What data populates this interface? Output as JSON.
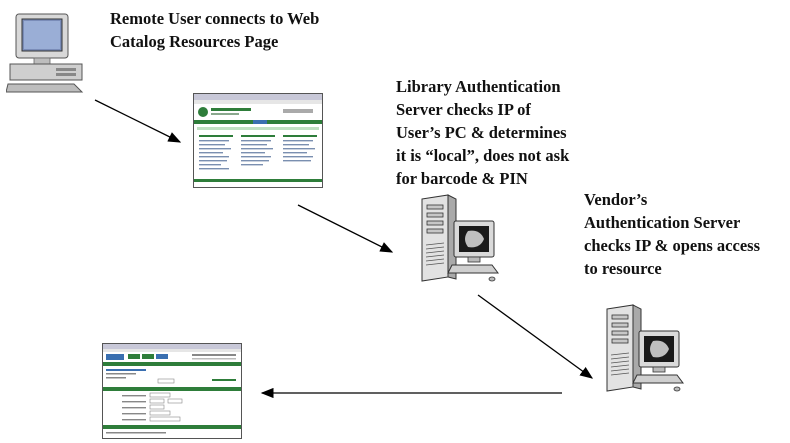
{
  "steps": [
    {
      "id": "remote-user",
      "lines": [
        "Remote User connects to Web",
        "Catalog Resources Page"
      ]
    },
    {
      "id": "library-auth",
      "lines": [
        "Library Authentication",
        "Server checks IP of",
        "User’s PC & determines",
        "it is “local”, does not ask",
        "for barcode & PIN"
      ]
    },
    {
      "id": "vendor-auth",
      "lines": [
        "Vendor’s",
        "Authentication Server",
        "checks IP & opens access",
        "to resource"
      ]
    }
  ],
  "colors": {
    "text": "#111111",
    "arrow": "#000000",
    "web_green": "#2e7d3a",
    "web_blue": "#3a6fb0"
  },
  "icons": [
    "desktop-pc-icon",
    "web-catalog-screenshot",
    "server-pc-icon",
    "resource-screenshot"
  ]
}
